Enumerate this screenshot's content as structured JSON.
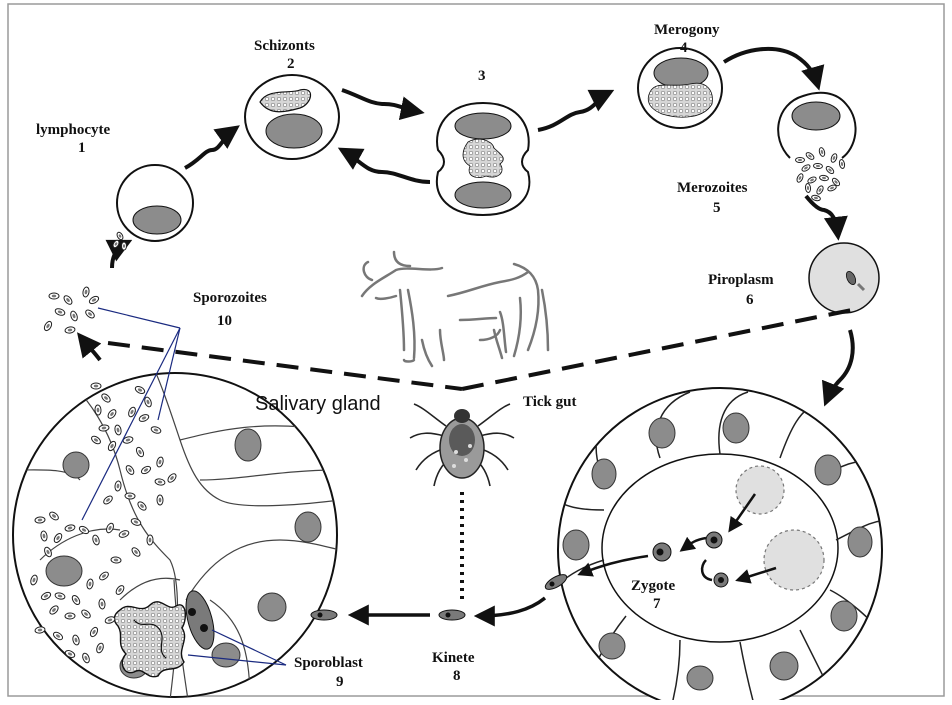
{
  "stages": {
    "lymphocyte": {
      "label": "lymphocyte",
      "number": "1"
    },
    "schizonts": {
      "label": "Schizonts",
      "number": "2"
    },
    "binary_fission": {
      "number": "3"
    },
    "merogony": {
      "label": "Merogony",
      "number": "4"
    },
    "merozoites": {
      "label": "Merozoites",
      "number": "5"
    },
    "piroplasm": {
      "label": "Piroplasm",
      "number": "6"
    },
    "zygote": {
      "label": "Zygote",
      "number": "7"
    },
    "kinete": {
      "label": "Kinete",
      "number": "8"
    },
    "sporoblast": {
      "label": "Sporoblast",
      "number": "9"
    },
    "sporozoites": {
      "label": "Sporozoites",
      "number": "10"
    }
  },
  "regions": {
    "salivary_gland": "Salivary gland",
    "tick_gut": "Tick gut"
  },
  "hosts": {
    "cattle_icon": "cow-outline-icon",
    "tick_icon": "tick-icon"
  },
  "colors": {
    "nucleus": "#8c8c8c",
    "cytoplasm_stipple": "#d8d8d8",
    "piroplasm_cell": "#e0e0e0",
    "line": "#111111",
    "frame": "#9a9a9a"
  }
}
